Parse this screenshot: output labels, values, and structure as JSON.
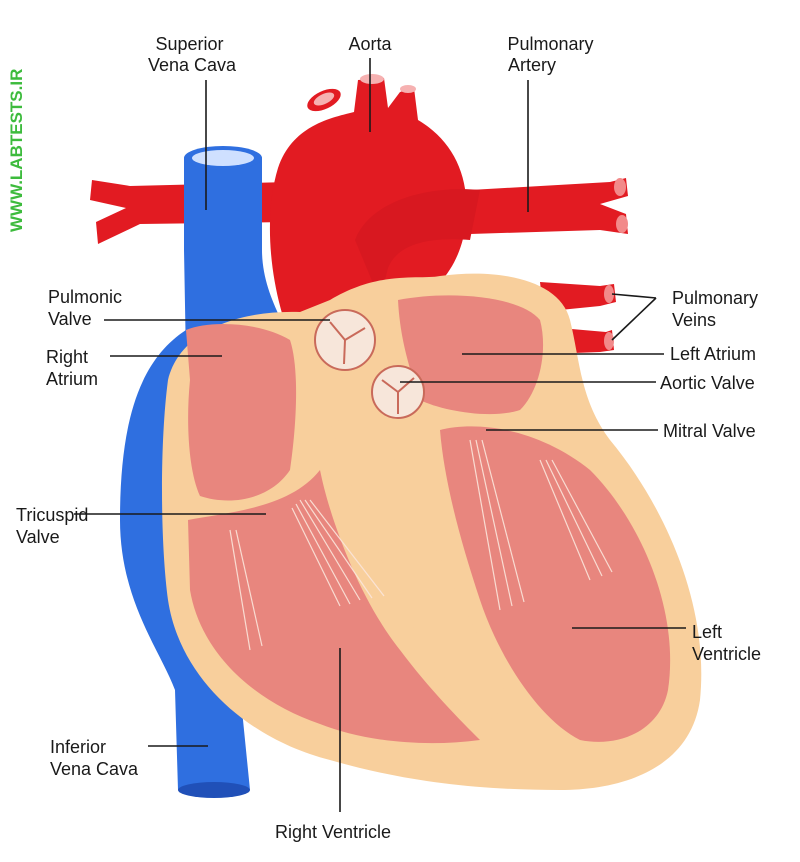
{
  "watermark": "WWW.LABTESTS.IR",
  "colors": {
    "artery_red": "#e21b22",
    "vein_blue": "#2f6fe0",
    "muscle_peach": "#f8cf9c",
    "chamber_pink": "#e8867e",
    "valve_cream": "#f7e6da",
    "leader": "#1a1a1a"
  },
  "labels": {
    "superior_vena_cava": [
      "Superior",
      "Vena Cava"
    ],
    "aorta": [
      "Aorta"
    ],
    "pulmonary_artery": [
      "Pulmonary",
      "Artery"
    ],
    "pulmonic_valve": [
      "Pulmonic",
      "Valve"
    ],
    "right_atrium": [
      "Right",
      "Atrium"
    ],
    "pulmonary_veins": [
      "Pulmonary",
      "Veins"
    ],
    "left_atrium": [
      "Left Atrium"
    ],
    "aortic_valve": [
      "Aortic Valve"
    ],
    "mitral_valve": [
      "Mitral Valve"
    ],
    "tricuspid_valve": [
      "Tricuspid",
      "Valve"
    ],
    "left_ventricle": [
      "Left",
      "Ventricle"
    ],
    "inferior_vena_cava": [
      "Inferior",
      "Vena Cava"
    ],
    "right_ventricle": [
      "Right Ventricle"
    ]
  }
}
